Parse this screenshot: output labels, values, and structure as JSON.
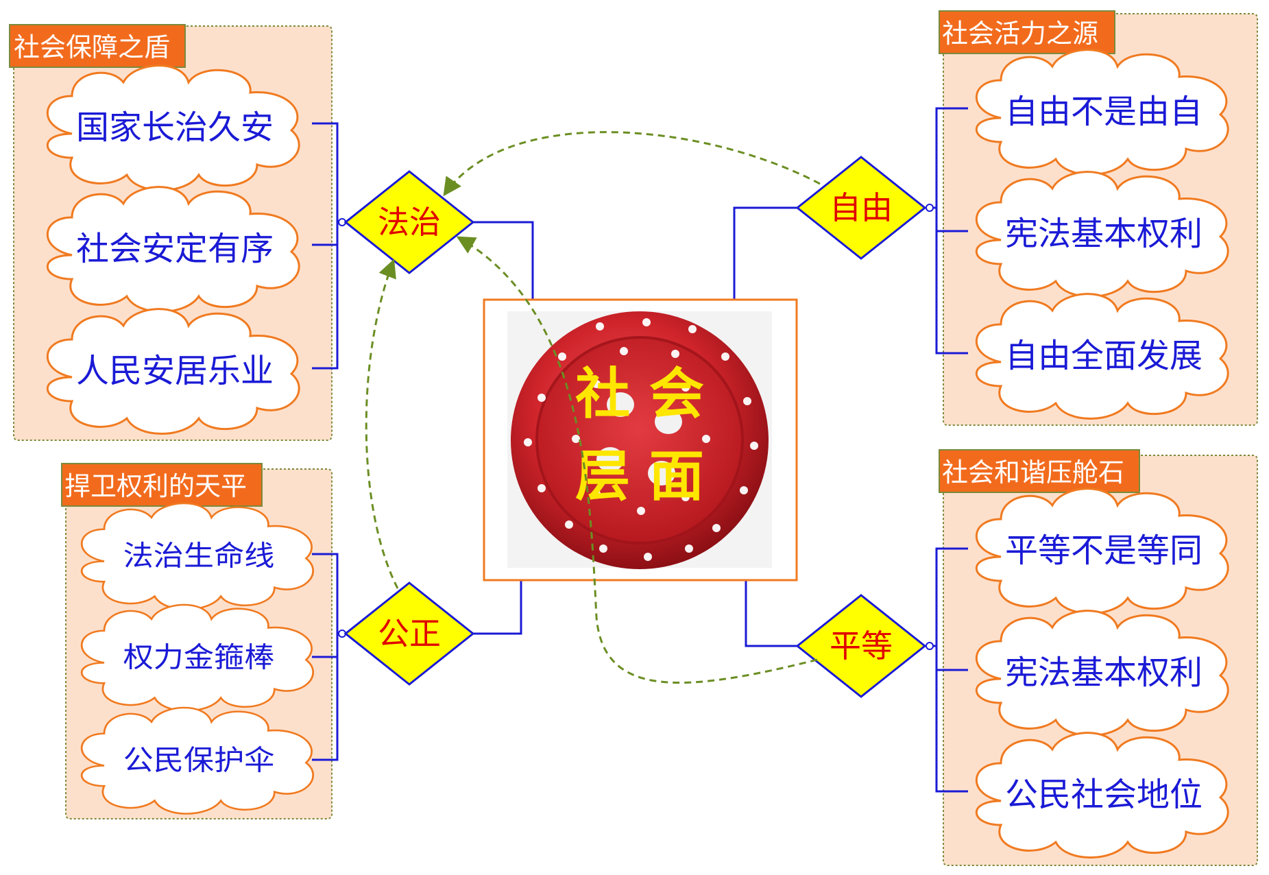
{
  "center": {
    "line1": "社 会",
    "line2": "层 面"
  },
  "values": [
    {
      "id": "fazhi",
      "label": "法治"
    },
    {
      "id": "gongzheng",
      "label": "公正"
    },
    {
      "id": "ziyou",
      "label": "自由"
    },
    {
      "id": "pingdeng",
      "label": "平等"
    }
  ],
  "panels": [
    {
      "id": "top-left",
      "title": "社会保障之盾",
      "items": [
        "国家长治久安",
        "社会安定有序",
        "人民安居乐业"
      ]
    },
    {
      "id": "bottom-left",
      "title": "捍卫权利的天平",
      "items": [
        "法治生命线",
        "权力金箍棒",
        "公民保护伞"
      ]
    },
    {
      "id": "top-right",
      "title": "社会活力之源",
      "items": [
        "自由不是由自",
        "宪法基本权利",
        "自由全面发展"
      ]
    },
    {
      "id": "bottom-right",
      "title": "社会和谐压舱石",
      "items": [
        "平等不是等同",
        "宪法基本权利",
        "公民社会地位"
      ]
    }
  ],
  "colors": {
    "panel_fill": "#fde0cc",
    "panel_border": "#7a8a3a",
    "title_fill": "#f26b1d",
    "cloud_stroke": "#f07a20",
    "cloud_text": "#1a1ad6",
    "connector": "#1a1ad6",
    "diamond_fill": "#ffff00",
    "diamond_text": "#e00000",
    "arrow": "#6b8e23",
    "button_red": "#d8262c",
    "center_text": "#ffe600"
  }
}
